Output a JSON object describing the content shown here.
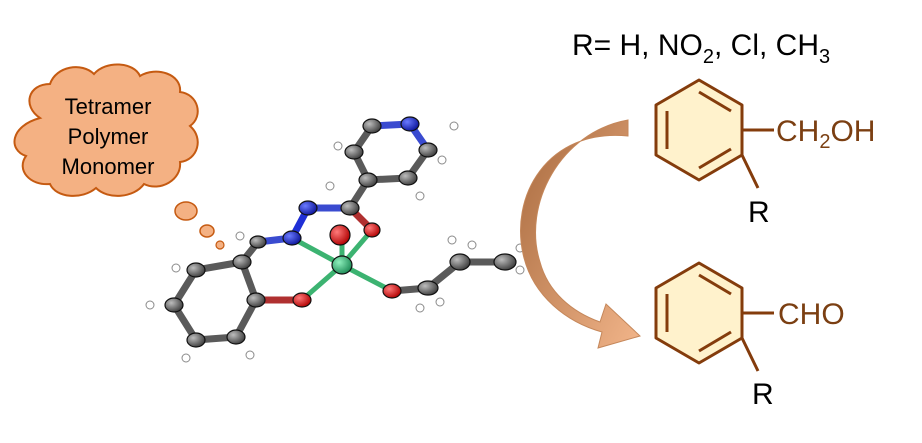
{
  "cloud": {
    "lines": [
      "Tetramer",
      "Polymer",
      "Monomer"
    ],
    "fill": "#f4b183",
    "stroke": "#c55a11"
  },
  "substituents": {
    "prefix": "R= H, NO",
    "sub1": "2",
    "middle": ", Cl, CH",
    "sub2": "3"
  },
  "reactant": {
    "group_main": "CH",
    "group_sub": "2",
    "group_end": "OH",
    "r_label": "R"
  },
  "product": {
    "group": "CHO",
    "r_label": "R"
  },
  "colors": {
    "ring_fill": "#fff2cc",
    "ring_stroke": "#843c0c",
    "arrow": "#c5875a",
    "bond_gray": "#5a5a5a",
    "nitrogen": "#1f2fd6",
    "oxygen": "#e02020",
    "vanadium": "#3cb371"
  }
}
